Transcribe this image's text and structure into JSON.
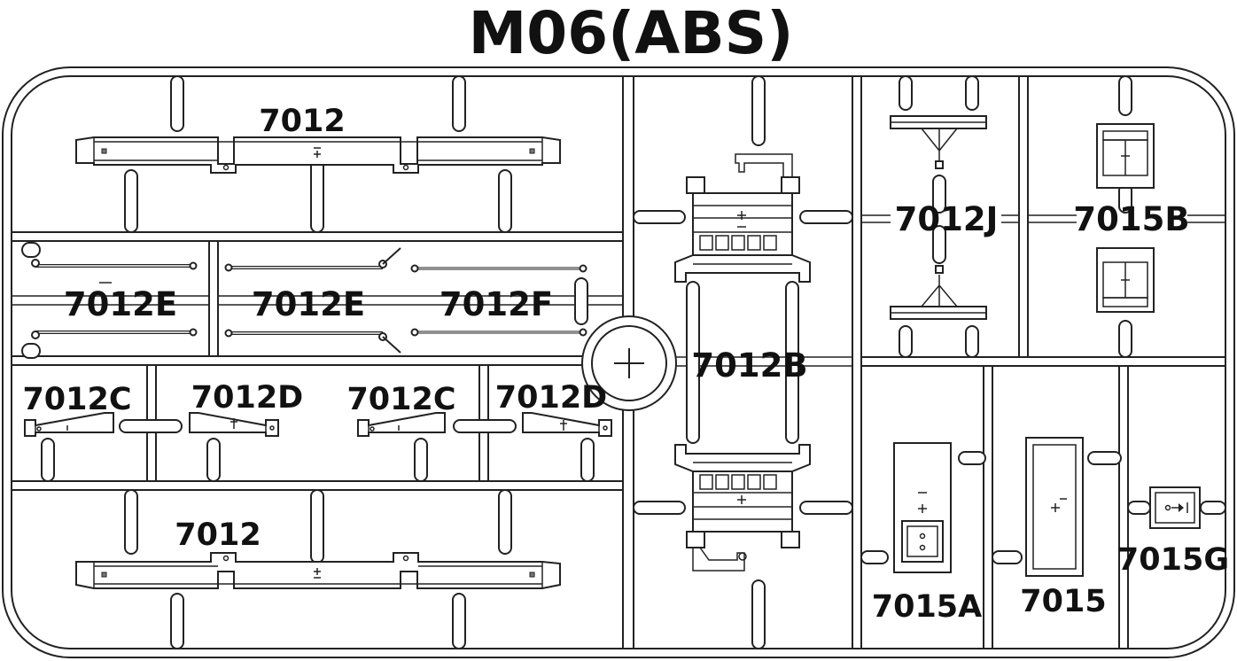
{
  "sheet": {
    "title": "M06(ABS)"
  },
  "parts": {
    "p_7012_top": "7012",
    "p_7012_bottom": "7012",
    "p_7012E_a": "7012E",
    "p_7012E_b": "7012E",
    "p_7012F": "7012F",
    "p_7012C_a": "7012C",
    "p_7012D_a": "7012D",
    "p_7012C_b": "7012C",
    "p_7012D_b": "7012D",
    "p_7012B": "7012B",
    "p_7012J": "7012J",
    "p_7015B": "7015B",
    "p_7015A": "7015A",
    "p_7015": "7015",
    "p_7015G": "7015G"
  }
}
